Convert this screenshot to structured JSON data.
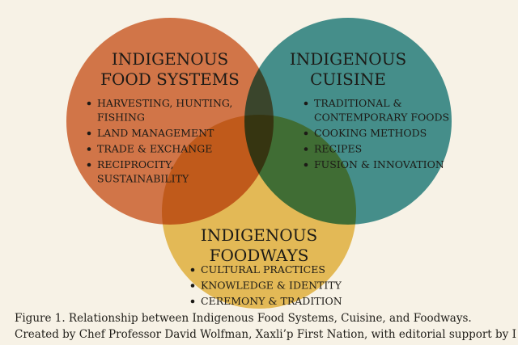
{
  "diagram": {
    "circles": [
      {
        "id": "food-systems",
        "title_lines": [
          "INDIGENOUS",
          "FOOD SYSTEMS"
        ],
        "color": "#cf5e2a",
        "items": [
          [
            "HARVESTING, HUNTING,",
            "FISHING"
          ],
          [
            "LAND MANAGEMENT"
          ],
          [
            "TRADE & EXCHANGE"
          ],
          [
            "RECIPROCITY,",
            "SUSTAINABILITY"
          ]
        ]
      },
      {
        "id": "cuisine",
        "title_lines": [
          "INDIGENOUS",
          "CUISINE"
        ],
        "color": "#1f7f83",
        "items": [
          [
            "TRADITIONAL &",
            "CONTEMPORARY FOODS"
          ],
          [
            "COOKING METHODS"
          ],
          [
            "RECIPES"
          ],
          [
            "FUSION & INNOVATION"
          ]
        ]
      },
      {
        "id": "foodways",
        "title_lines": [
          "INDIGENOUS",
          "FOODWAYS"
        ],
        "color": "#e7b63c",
        "items": [
          [
            "CULTURAL PRACTICES"
          ],
          [
            "KNOWLEDGE & IDENTITY"
          ],
          [
            "CEREMONY & TRADITION"
          ]
        ]
      }
    ]
  },
  "caption": {
    "line1": "Figure 1. Relationship between Indigenous Food Systems, Cuisine, and Foodways.",
    "line2": "Created by Chef Professor David Wolfman, Xaxli’p First Nation, with editorial support by Indig-Scribe,"
  }
}
